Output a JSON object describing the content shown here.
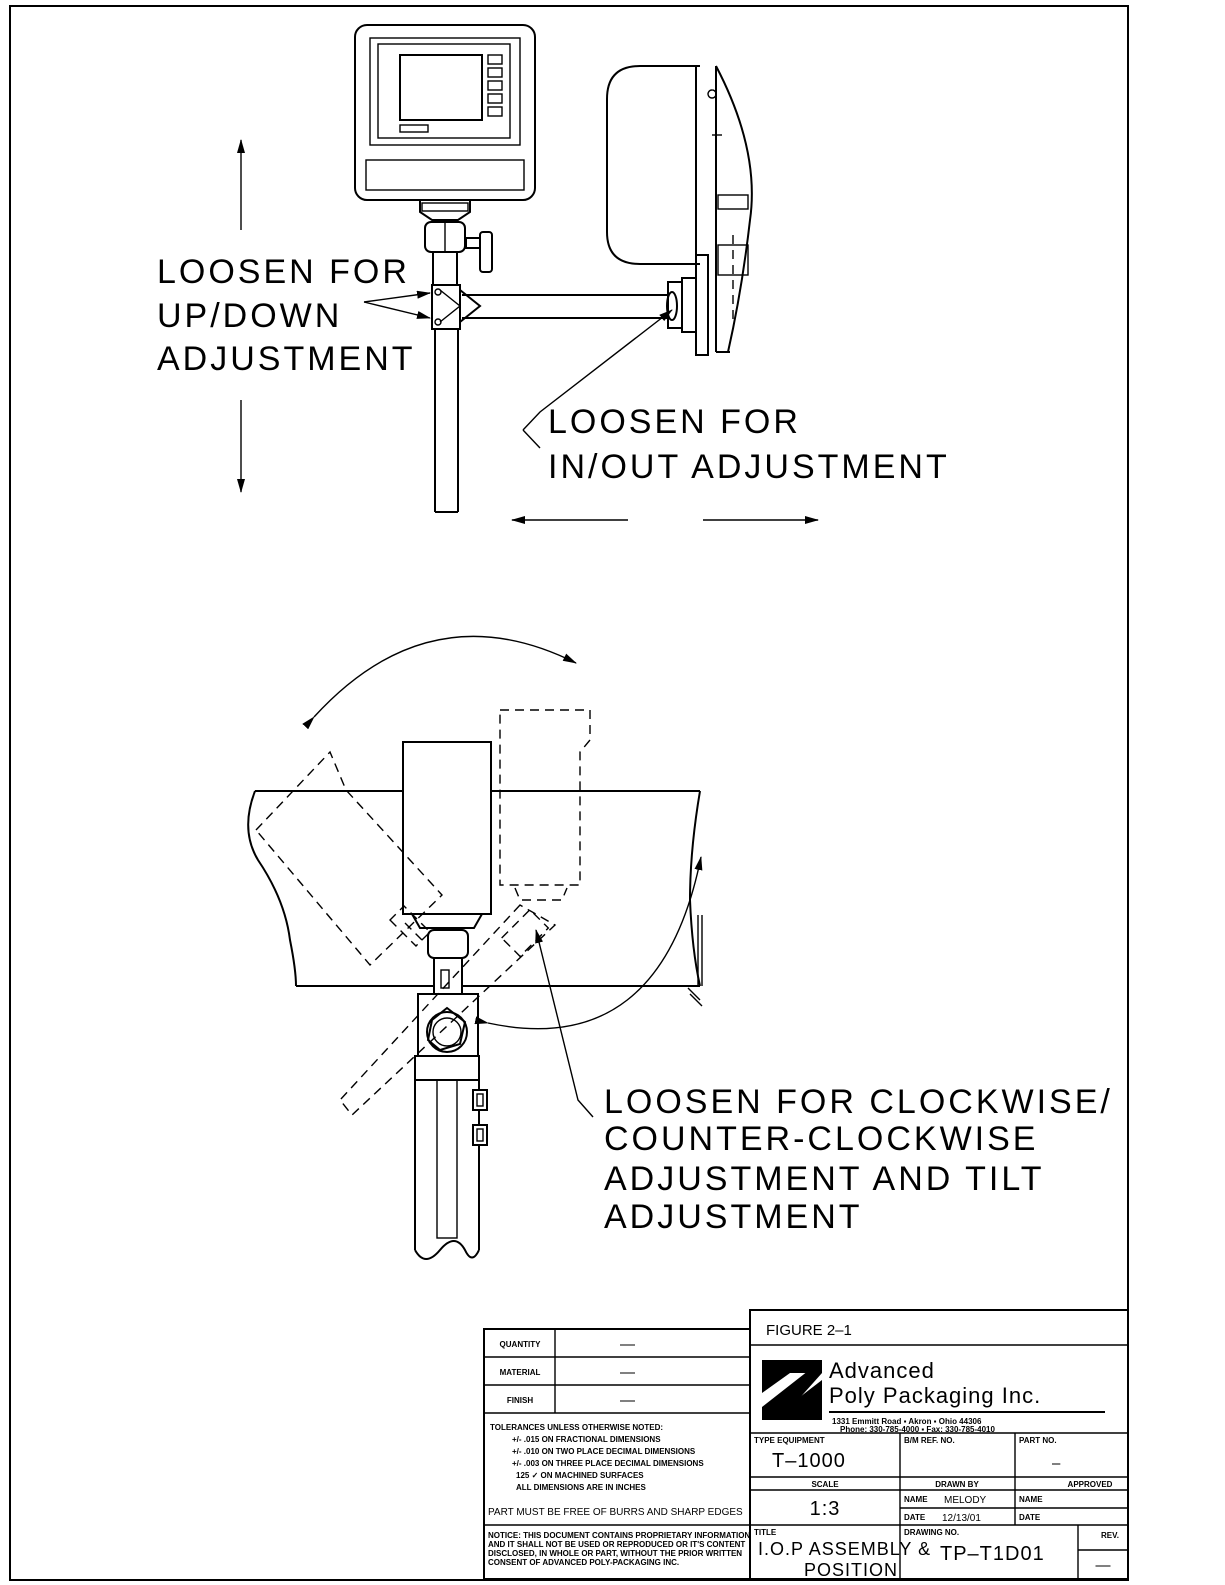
{
  "callouts": {
    "updown": [
      "LOOSEN FOR",
      "UP/DOWN",
      "ADJUSTMENT"
    ],
    "inout": [
      "LOOSEN FOR",
      "IN/OUT ADJUSTMENT"
    ],
    "rotate": [
      "LOOSEN FOR CLOCKWISE/",
      "COUNTER-CLOCKWISE",
      "ADJUSTMENT AND TILT",
      "ADJUSTMENT"
    ]
  },
  "title_block": {
    "quantity_label": "QUANTITY",
    "quantity_value": "—",
    "material_label": "MATERIAL",
    "material_value": "—",
    "finish_label": "FINISH",
    "finish_value": "—",
    "tolerances": [
      "TOLERANCES UNLESS OTHERWISE NOTED:",
      "+/- .015 ON FRACTIONAL DIMENSIONS",
      "+/- .010 ON TWO PLACE DECIMAL DIMENSIONS",
      "+/- .003 ON THREE PLACE DECIMAL DIMENSIONS",
      "125 ✓ ON MACHINED SURFACES",
      "ALL DIMENSIONS ARE IN INCHES"
    ],
    "burrs_note": "PART MUST BE FREE OF BURRS AND SHARP EDGES",
    "notice": [
      "NOTICE: THIS DOCUMENT CONTAINS PROPRIETARY INFORMATION",
      "AND IT SHALL NOT BE USED OR REPRODUCED OR IT'S CONTENT",
      "DISCLOSED, IN WHOLE OR PART, WITHOUT THE PRIOR WRITTEN",
      "CONSENT OF ADVANCED POLY-PACKAGING INC."
    ],
    "figure": "FIGURE 2–1",
    "company_line1": "Advanced",
    "company_line2": "Poly Packaging Inc.",
    "address": "1331 Emmitt Road  ▪  Akron  ▪  Ohio 44306",
    "phone": "Phone: 330-785-4000  ▪  Fax: 330-785-4010",
    "type_equipment_label": "TYPE EQUIPMENT",
    "type_equipment_value": "T–1000",
    "bm_ref_label": "B/M REF. NO.",
    "part_no_label": "PART NO.",
    "part_no_value": "–",
    "scale_label": "SCALE",
    "scale_value": "1:3",
    "drawn_by_label": "DRAWN BY",
    "approved_label": "APPROVED",
    "name_label": "NAME",
    "drawn_name": "MELODY",
    "date_label": "DATE",
    "drawn_date": "12/13/01",
    "approved_name_label": "NAME",
    "approved_date_label": "DATE",
    "title_label": "TITLE",
    "title_line1": "I.O.P ASSEMBLY &",
    "title_line2": "POSITION",
    "drawing_no_label": "DRAWING NO.",
    "drawing_no_value": "TP–T1D01",
    "rev_label": "REV.",
    "rev_value": "—"
  }
}
